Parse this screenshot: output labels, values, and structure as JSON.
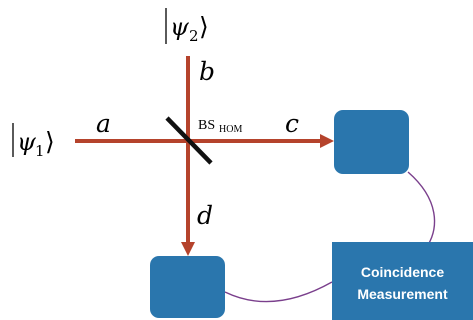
{
  "inputs": {
    "psi1": "ψ",
    "psi1_index": "1",
    "psi2": "ψ",
    "psi2_index": "2"
  },
  "ports": {
    "a": "a",
    "b": "b",
    "c": "c",
    "d": "d"
  },
  "beam_splitter": {
    "label": "BS",
    "label_sub": "HOM"
  },
  "coincidence": {
    "line1": "Coincidence",
    "line2": "Measurement"
  },
  "colors": {
    "beam": "#b5432c",
    "detector": "#2a76ad",
    "cable": "#7a3f8c",
    "splitter": "#111111"
  }
}
